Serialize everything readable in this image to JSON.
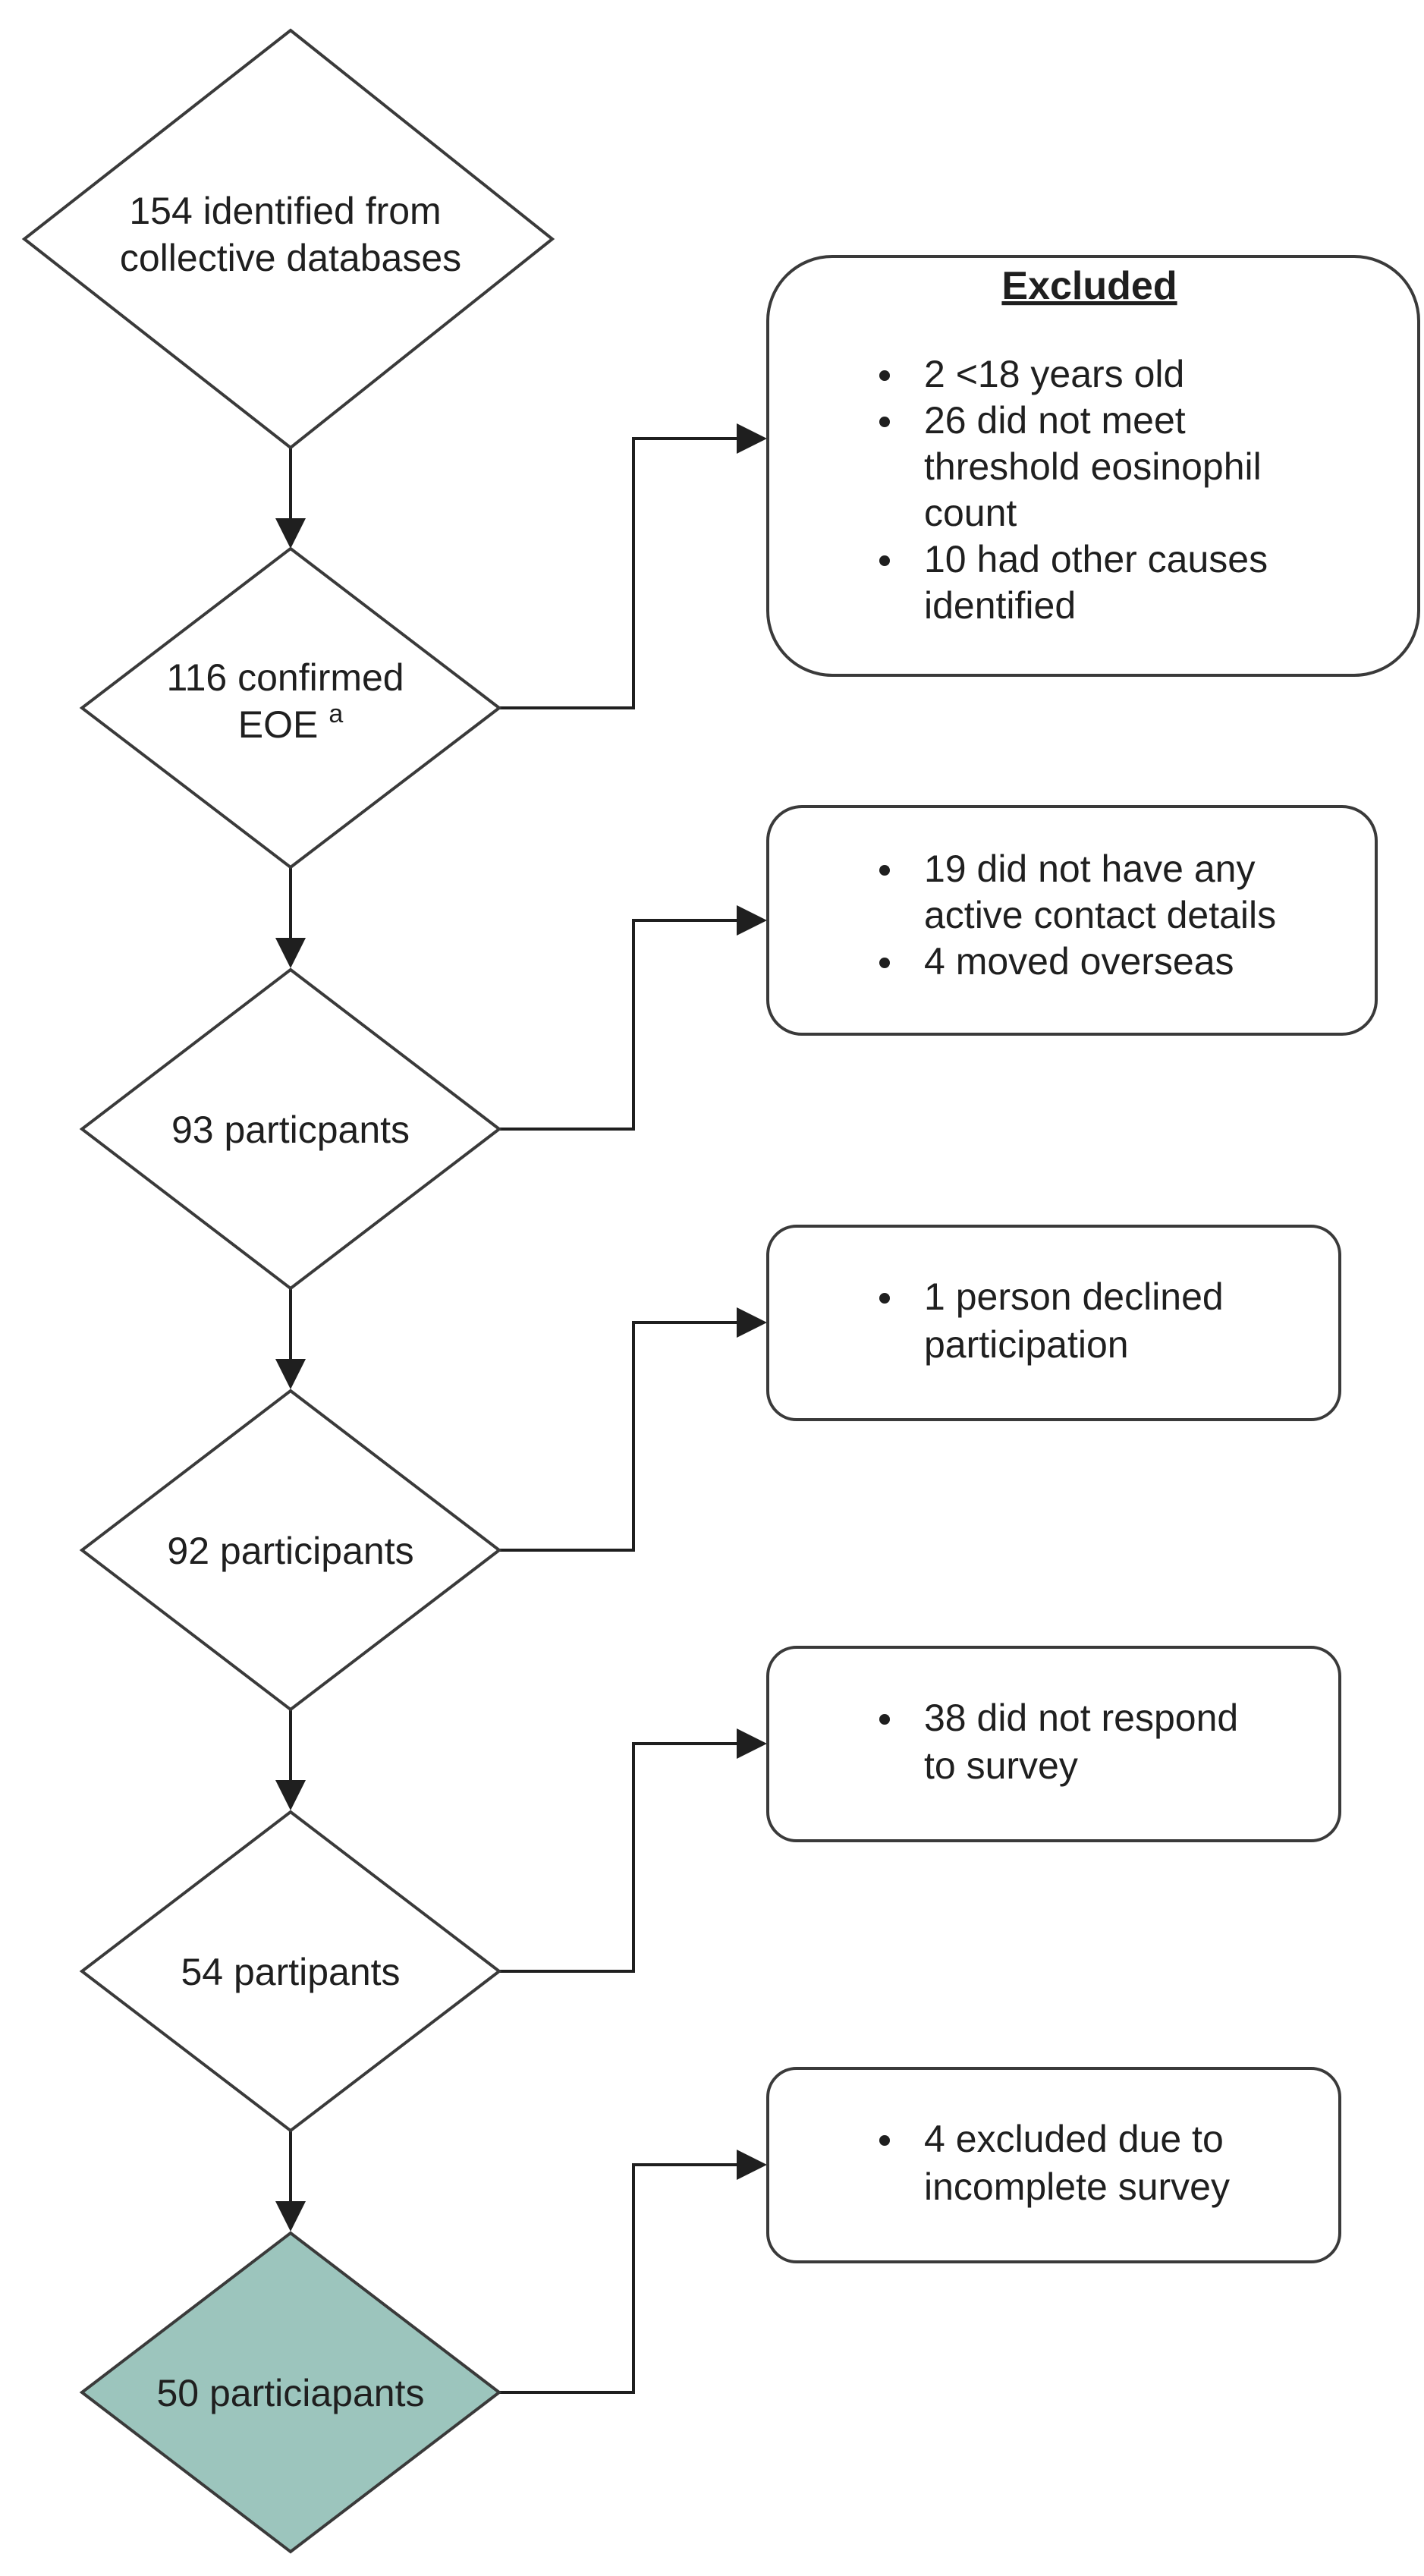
{
  "colors": {
    "final_node_fill": "#9cc5bd",
    "stroke": "#3a3a3a",
    "text": "#1f1f1f"
  },
  "nodes": [
    {
      "lines": [
        "154 identified from",
        "collective databases"
      ],
      "sup": ""
    },
    {
      "lines": [
        "116 confirmed",
        "EOE"
      ],
      "sup": "a"
    },
    {
      "lines": [
        "93 particpants"
      ],
      "sup": ""
    },
    {
      "lines": [
        "92 participants"
      ],
      "sup": ""
    },
    {
      "lines": [
        "54 partipants"
      ],
      "sup": ""
    },
    {
      "lines": [
        "50 particiapants"
      ],
      "sup": ""
    }
  ],
  "exclusion_boxes": [
    {
      "title": "Excluded",
      "items": [
        [
          "2 <18 years old"
        ],
        [
          "26 did not meet",
          "threshold eosinophil",
          "count"
        ],
        [
          "10 had other causes",
          "identified"
        ]
      ]
    },
    {
      "title": "",
      "items": [
        [
          "19 did not have any",
          "active contact details"
        ],
        [
          "4 moved overseas"
        ]
      ]
    },
    {
      "title": "",
      "items": [
        [
          "1 person declined",
          "participation"
        ]
      ]
    },
    {
      "title": "",
      "items": [
        [
          "38 did not respond",
          "to survey"
        ]
      ]
    },
    {
      "title": "",
      "items": [
        [
          "4 excluded due to",
          "incomplete survey"
        ]
      ]
    }
  ]
}
